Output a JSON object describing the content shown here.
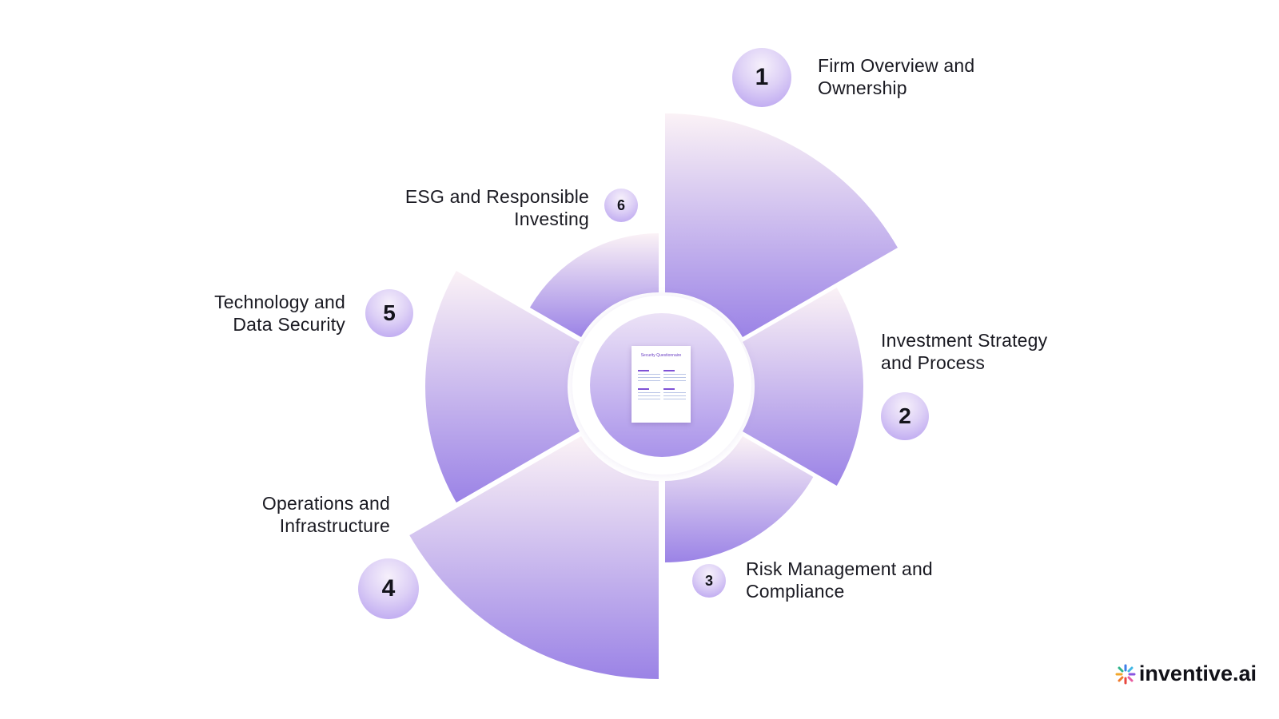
{
  "diagram": {
    "center_document_title": "Security Questionnaire",
    "segments": [
      {
        "number": "1",
        "label_lines": [
          "Firm Overview and",
          "Ownership"
        ]
      },
      {
        "number": "2",
        "label_lines": [
          "Investment Strategy",
          "and Process"
        ]
      },
      {
        "number": "3",
        "label_lines": [
          "Risk Management and",
          "Compliance"
        ]
      },
      {
        "number": "4",
        "label_lines": [
          "Operations and",
          "Infrastructure"
        ]
      },
      {
        "number": "5",
        "label_lines": [
          "Technology and",
          "Data Security"
        ]
      },
      {
        "number": "6",
        "label_lines": [
          "ESG and Responsible",
          "Investing"
        ]
      }
    ],
    "colors": {
      "petal_light": "#fbf2f6",
      "petal_dark": "#9b83e6"
    }
  },
  "brand": {
    "name": "inventive",
    "suffix": ".ai"
  }
}
